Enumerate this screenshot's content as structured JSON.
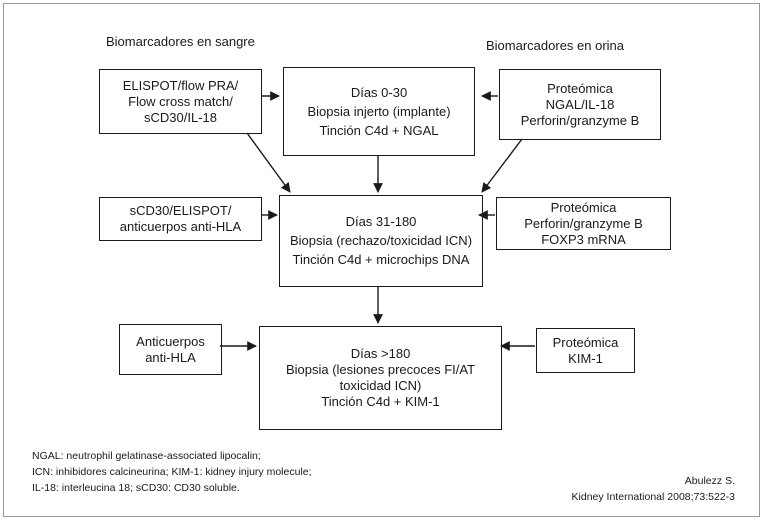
{
  "headings": {
    "blood": "Biomarcadores en sangre",
    "urine": "Biomarcadores en orina"
  },
  "blood_boxes": [
    {
      "lines": [
        "ELISPOT/flow PRA/",
        "Flow cross match/",
        "sCD30/IL-18"
      ]
    },
    {
      "lines": [
        "sCD30/ELISPOT/",
        "anticuerpos anti-HLA"
      ]
    },
    {
      "lines": [
        "Anticuerpos",
        "anti-HLA"
      ]
    }
  ],
  "phase_boxes": [
    {
      "lines": [
        "Días 0-30",
        "Biopsia injerto (implante)",
        "Tinción C4d + NGAL"
      ]
    },
    {
      "lines": [
        "Días 31-180",
        "Biopsia (rechazo/toxicidad ICN)",
        "Tinción C4d + microchips DNA"
      ]
    },
    {
      "lines": [
        "Días >180",
        "Biopsia (lesiones precoces FI/AT",
        "toxicidad ICN)",
        "Tinción C4d + KIM-1"
      ]
    }
  ],
  "urine_boxes": [
    {
      "lines": [
        "Proteómica",
        "NGAL/IL-18",
        "Perforin/granzyme B"
      ]
    },
    {
      "lines": [
        "Proteómica",
        "Perforin/granzyme B",
        "FOXP3 mRNA"
      ]
    },
    {
      "lines": [
        "Proteómica",
        "KIM-1"
      ]
    }
  ],
  "footnote": [
    "NGAL: neutrophil gelatinase-associated lipocalin;",
    "ICN: inhibidores calcineurina; KIM-1: kidney injury molecule;",
    "IL-18: interleucina 18; sCD30: CD30 soluble."
  ],
  "citation": [
    "Abulezz S.",
    "Kidney International 2008;73:522-3"
  ],
  "colors": {
    "border": "#1a1a1a",
    "frame": "#9a9a9a",
    "text": "#1a1a1a"
  }
}
